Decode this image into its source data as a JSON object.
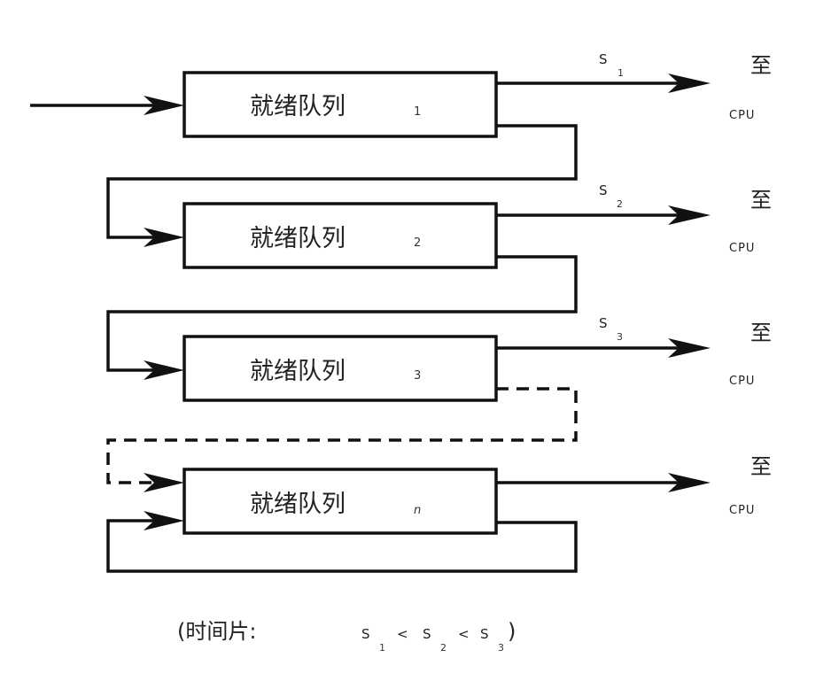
{
  "queues": [
    {
      "label": "就绪队列",
      "index": "1",
      "slice_symbol": "S",
      "slice_sub": "1",
      "dest_top": "至",
      "dest_bottom": "CPU"
    },
    {
      "label": "就绪队列",
      "index": "2",
      "slice_symbol": "S",
      "slice_sub": "2",
      "dest_top": "至",
      "dest_bottom": "CPU"
    },
    {
      "label": "就绪队列",
      "index": "3",
      "slice_symbol": "S",
      "slice_sub": "3",
      "dest_top": "至",
      "dest_bottom": "CPU"
    },
    {
      "label": "就绪队列",
      "index": "n",
      "dest_top": "至",
      "dest_bottom": "CPU"
    }
  ],
  "caption": {
    "open": "(时间片:",
    "s": "S",
    "sub1": "1",
    "lt": "<",
    "sub2": "2",
    "sub3": "3",
    "close": ")"
  }
}
